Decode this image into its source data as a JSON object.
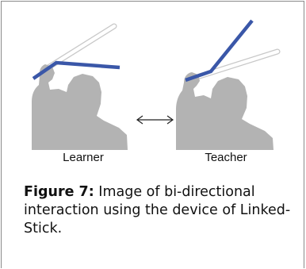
{
  "figure": {
    "labels": {
      "learner": "Learner",
      "teacher": "Teacher"
    },
    "caption": {
      "figure_number": "Figure 7:",
      "text": " Image of bi-directional interaction using the device of Linked-Stick."
    },
    "colors": {
      "stick": "#3a57a8",
      "silhouette": "#b3b3b3",
      "ghost_stick": "#d0d0d0",
      "border": "#8a8a8a"
    },
    "icons": {
      "bidirectional_arrow": "double-headed-arrow-icon"
    }
  }
}
